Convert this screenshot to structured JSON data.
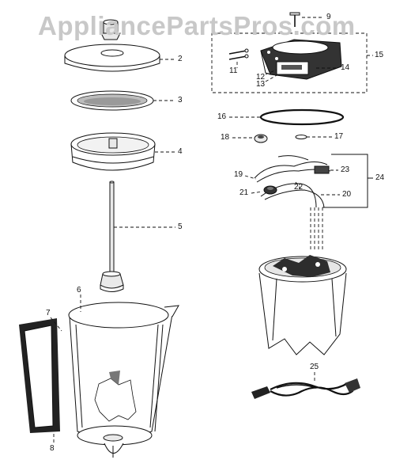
{
  "watermark": "AppliancePartsPros.com",
  "callouts": {
    "c2": "2",
    "c3": "3",
    "c4": "4",
    "c5": "5",
    "c6": "6",
    "c7": "7",
    "c8": "8",
    "c9": "9",
    "c11": "11",
    "c12": "12",
    "c13": "13",
    "c14": "14",
    "c15": "15",
    "c16": "16",
    "c17": "17",
    "c18": "18",
    "c19": "19",
    "c20": "20",
    "c21": "21",
    "c22": "22",
    "c23": "23",
    "c24": "24",
    "c25": "25"
  }
}
